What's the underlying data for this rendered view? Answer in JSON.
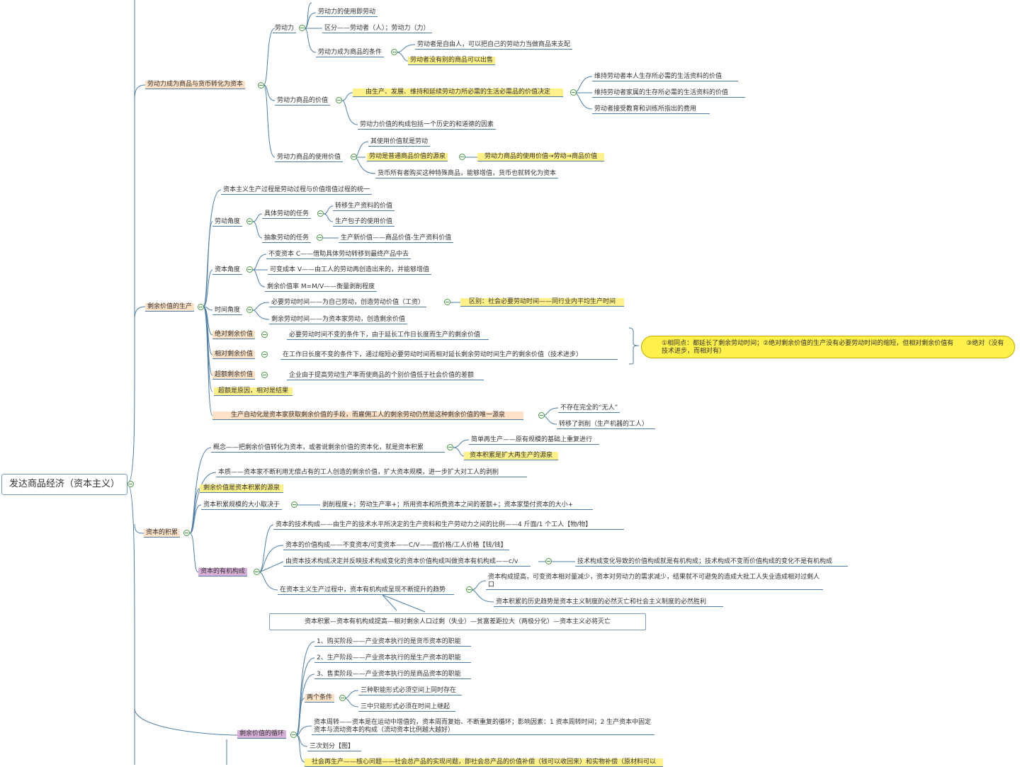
{
  "root": "发达商品经济（资本主义）",
  "branches": {
    "labor_power": {
      "title": "劳动力成为商品与货币转化为资本",
      "labor": "劳动力",
      "labor_use": "劳动力的使用即劳动",
      "distinguish": "区分——劳动者（人）；劳动力（力）",
      "conditions": "劳动力成为商品的条件",
      "cond_1": "劳动者是自由人，可以把自己的劳动力当做商品来支配",
      "cond_2": "劳动者没有别的商品可以出售",
      "value": "劳动力商品的价值",
      "value_det": "由生产、发展、维持和延续劳动力所必需的生活必需品的价值决定",
      "value_1": "维持劳动者本人生存所必需的生活资料的价值",
      "value_2": "维持劳动者家属的生存所必需的生活资料的价值",
      "value_3": "劳动者接受教育和训练所指出的费用",
      "value_hist": "劳动力价值的构成包括一个历史的和道德的因素",
      "use_value": "劳动力商品的使用价值",
      "use_1": "其使用价值就是劳动",
      "use_2": "劳动是普通商品价值的源泉",
      "use_2b": "劳动力商品的使用价值→劳动→商品价值",
      "use_3": "货币所有者购买这种特殊商品，能够增值，货币也就转化为资本"
    },
    "surplus": {
      "title": "剩余价值的生产",
      "unity": "资本主义生产过程是劳动过程与价值增值过程的统一",
      "labor_angle": "劳动角度",
      "concrete": "具体劳动的任务",
      "concrete_1": "转移生产资料的价值",
      "concrete_2": "生产包子的使用价值",
      "abstract": "抽象劳动的任务",
      "abstract_1": "生产新价值——商品价值-生产资料价值",
      "capital_angle": "资本角度",
      "constant": "不变资本 C——借助具体劳动转移到最终产品中去",
      "variable": "可变成本 V——由工人的劳动再创造出来的，并能够增值",
      "rate": "剩余价值率 M=M/V——衡量剥削程度",
      "time_angle": "时间角度",
      "necessary": "必要劳动时间——为自己劳动，创造劳动价值（工资）",
      "necessary_diff": "区别：社会必要劳动时间——同行业内平均生产时间",
      "surplus_time": "剩余劳动时间——为资本家劳动，创造剩余价值",
      "absolute": "绝对剩余价值",
      "absolute_desc": "必要劳动时间不变的条件下，由于延长工作日长度而生产的剩余价值",
      "relative": "相对剩余价值",
      "relative_desc": "在工作日长度不变的条件下，通过缩短必要劳动时间而相对延长剩余劳动时间生产的剩余价值（技术进步）",
      "callout": "①相同点：都延长了剩余劳动时间；②绝对剩余价值的生产没有必要劳动时间的缩短，但相对剩余价值有　　③绝对（没有技术进步，而相对有）",
      "excess": "超额剩余价值",
      "excess_desc": "企业由于提高劳动生产率而使商品的个别价值低于社会价值的差额",
      "cause": "超额是原因，相对是结果",
      "automation": "生产自动化是资本家获取剩余价值的手段，而雇佣工人的剩余劳动仍然是这种剩余价值的唯一源泉",
      "auto_1": "不存在完全的“无人”",
      "auto_2": "转移了剥削（生产机器的工人）"
    },
    "accumulation": {
      "title": "资本的积累",
      "concept": "概念——把剩余价值转化为资本，或者说剩余价值的资本化，就是资本积累",
      "simple": "简单再生产——原有规模的基础上重复进行",
      "expanded": "资本积累是扩大再生产的源泉",
      "essence": "本质——资本家不断利用无偿占有的工人创造的剩余价值，扩大资本规模，进一步扩大对工人的剥削",
      "source": "剩余价值是资本积累的源泉",
      "scale": "资本积累规模的大小取决于",
      "scale_desc": "剥削程度+；劳动生产率+；所用资本和所费资本之间的差额+；资本家垫付资本的大小+",
      "organic": "资本的有机构成",
      "tech": "资本的技术构成——由生产的技术水平所决定的生产资料和生产劳动力之间的比例——4 斤面/1 个工人【物/物】",
      "val": "资本的价值构成——不变资本/可变资本——C/V——面价格/工人价格【钱/钱】",
      "org_def": "由资本技术构成决定并反映技术构成变化的资本价值构成叫做资本有机构成——c/v",
      "org_def_note": "技术构成变化导致的价值构成就是有机构成；技术构成不变而价值构成的变化不是有机构成",
      "trend": "在资本主义生产过程中，资本有机构成呈现不断提升的趋势",
      "trend_1": "资本构成提高，可变资本相对量减少，资本对劳动力的需求减少，结果就不可避免的造成大批工人失业造成相对过剩人口",
      "trend_2": "资本积累的历史趋势是资本主义制度的必然灭亡和社会主义制度的必然胜利",
      "chain": "资本积累—资本有机构成提高—相对剩余人口过剩（失业）—贫富差距拉大（两极分化）—资本主义必将灭亡"
    },
    "circulation": {
      "title": "剩余价值的循环",
      "stage_1": "1、购买阶段——产业资本执行的是货币资本的职能",
      "stage_2": "2、生产阶段——产业资本执行的是生产资本的职能",
      "stage_3": "3、售卖阶段——产业资本执行的是商品资本的职能",
      "two_cond": "两个条件",
      "cond_1": "三种职能形式必须空间上同时存在",
      "cond_2": "三中只能形式必须在时间上继起",
      "turnover": "资本周转——资本是在运动中增值的，资本周而复始、不断重复的循环；影响因素：1 资本周转时间；2 生产资本中固定资本与流动资本的构成（流动资本比例越大越好）",
      "three": "三次划分【图】",
      "social": "社会再生产——核心问题——社会总产品的实现问题，即社会总产品的价值补偿（钱可以收回来）和实物补偿（原材料可以"
    }
  },
  "colors": {
    "line": "#4f7ea6",
    "yellow": "#fff18a",
    "orange": "#fde2c7",
    "purple": "#d9b0d9",
    "collapse": "#4a9a43"
  }
}
